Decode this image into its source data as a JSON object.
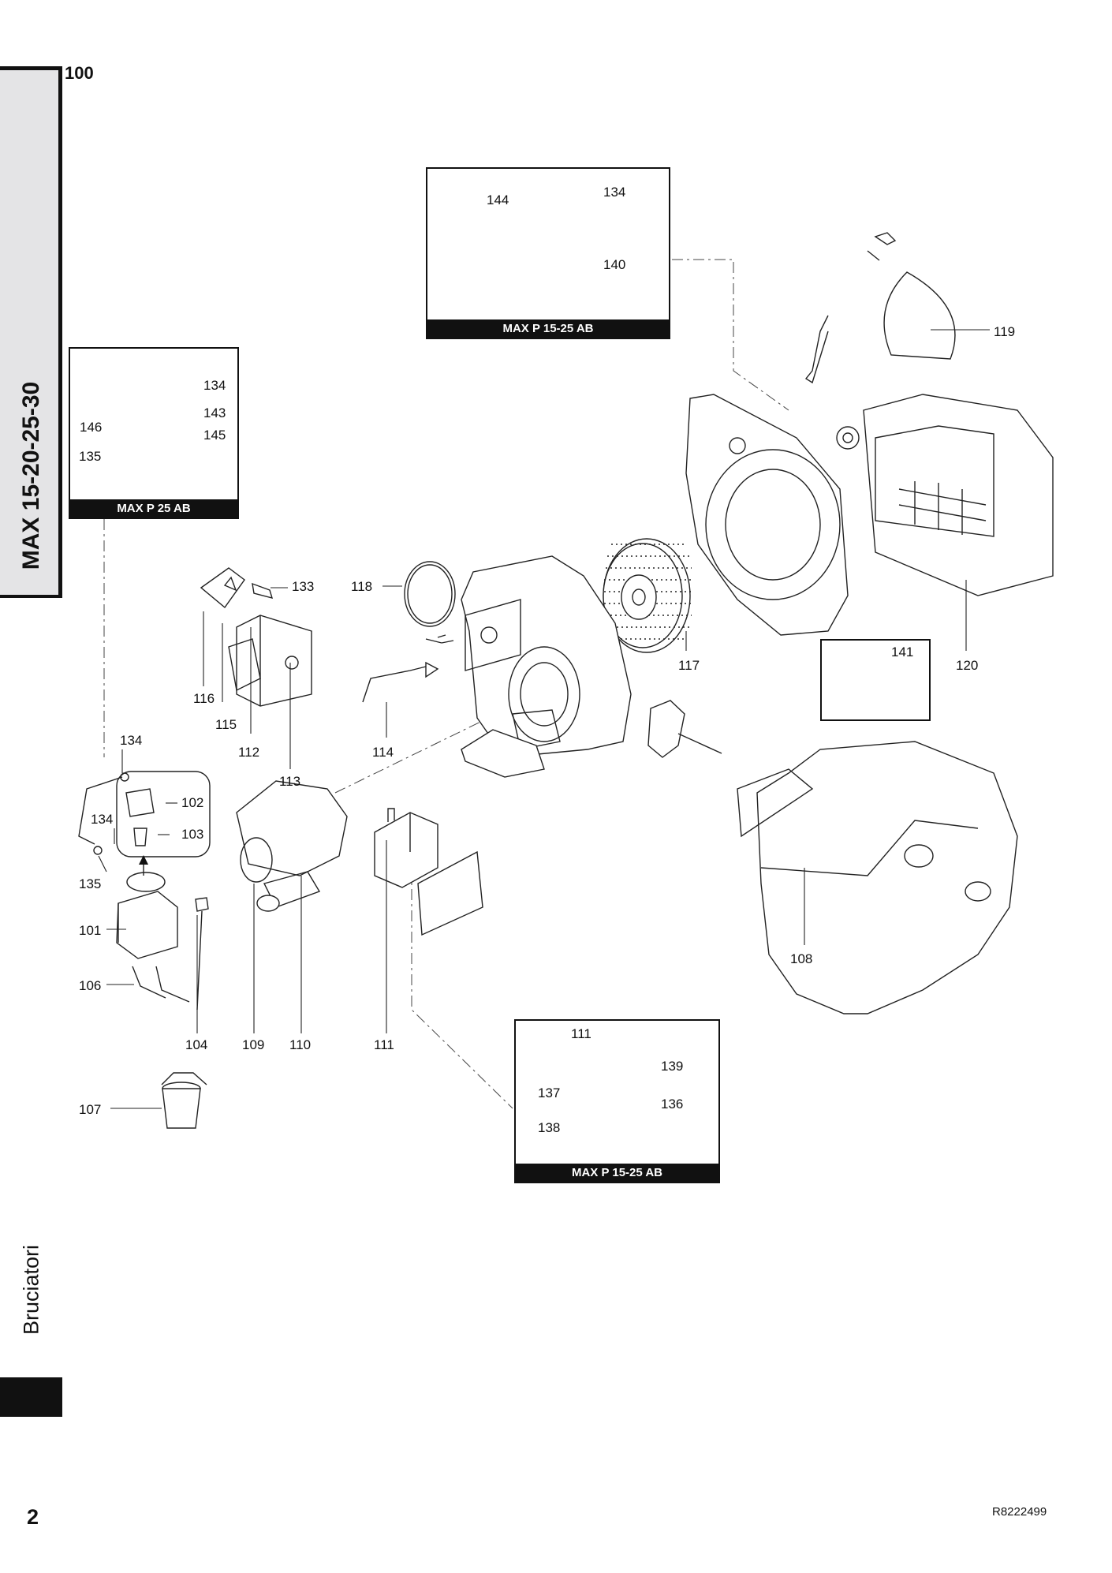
{
  "sidebar": {
    "model_title": "MAX 15-20-25-30",
    "category": "Bruciatori"
  },
  "header": {
    "page_code": "100"
  },
  "footer": {
    "page_number": "2",
    "document_code": "R8222499"
  },
  "insets": {
    "top": {
      "label": "MAX P 15-25 AB",
      "callouts": [
        "144",
        "134",
        "140"
      ]
    },
    "left": {
      "label": "MAX P 25 AB",
      "callouts": [
        "134",
        "143",
        "146",
        "145",
        "135"
      ]
    },
    "bottom": {
      "label": "MAX P 15-25 AB",
      "callouts": [
        "111",
        "139",
        "137",
        "136",
        "138"
      ]
    },
    "clip": {
      "callouts": [
        "141"
      ]
    },
    "solenoid": {
      "callouts": [
        "102",
        "103"
      ]
    }
  },
  "callouts": [
    "119",
    "118",
    "133",
    "117",
    "120",
    "116",
    "115",
    "112",
    "114",
    "134",
    "113",
    "134",
    "135",
    "101",
    "106",
    "104",
    "109",
    "110",
    "111",
    "108",
    "107"
  ]
}
